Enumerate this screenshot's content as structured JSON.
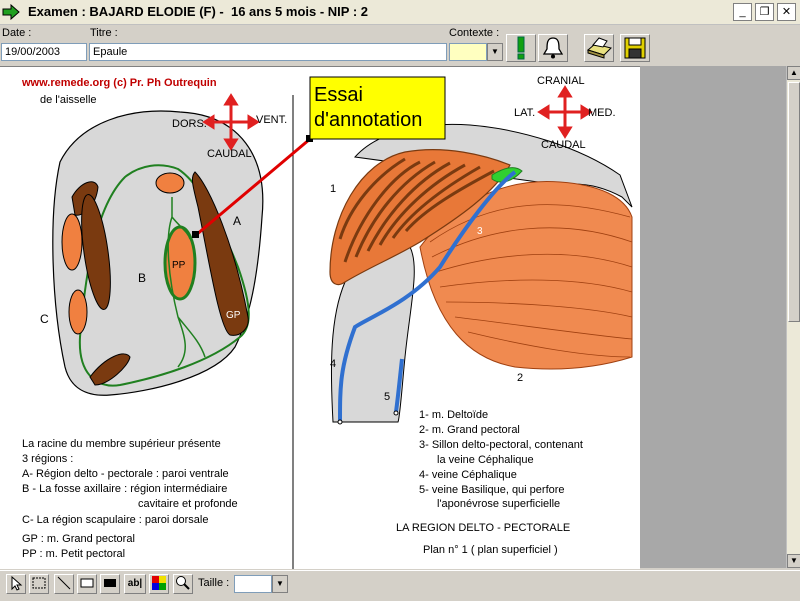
{
  "window": {
    "title": "Examen : BAJARD ELODIE (F) -  16 ans 5 mois - NIP : 2",
    "min_label": "_",
    "restore_label": "❐",
    "close_label": "✕"
  },
  "form": {
    "date_label": "Date :",
    "date_value": "19/00/2003",
    "titre_label": "Titre :",
    "titre_value": "Epaule",
    "contexte_label": "Contexte :",
    "contexte_value": ""
  },
  "diagram": {
    "copyright": "www.remede.org (c) Pr. Ph Outrequin",
    "cut_top_text": "de l'aisselle",
    "annotation_box": "Essai d'annotation",
    "annotation_line1": "Essai",
    "annotation_line2": "d'annotation",
    "left_compass": {
      "left": "DORS.",
      "right": "VENT.",
      "bottom": "CAUDAL"
    },
    "right_compass": {
      "top": "CRANIAL",
      "left": "LAT.",
      "right": "MED.",
      "bottom": "CAUDAL"
    },
    "left_labels": {
      "a": "A",
      "b": "B",
      "c": "C",
      "pp": "PP",
      "gp": "GP"
    },
    "right_numbers": [
      "1",
      "2",
      "3",
      "4",
      "5"
    ],
    "left_text": [
      "La racine du membre  supérieur  présente",
      "3 régions :",
      "A- Région delto - pectorale : paroi ventrale",
      "B - La fosse axillaire : région intermédiaire",
      "cavitaire et profonde",
      "C- La région scapulaire : paroi dorsale",
      "GP : m. Grand pectoral",
      "PP : m. Petit pectoral"
    ],
    "legend": [
      "1- m. Deltoïde",
      "2- m. Grand pectoral",
      "3- Sillon delto-pectoral, contenant",
      "la veine Céphalique",
      "4- veine Céphalique",
      "5- veine Basilique, qui perfore",
      "l'aponévrose superficielle"
    ],
    "region_title": "LA REGION DELTO - PECTORALE",
    "plan_title": "Plan n° 1 ( plan superficiel )"
  },
  "bottombar": {
    "text_tool": "ab|",
    "size_label": "Taille :",
    "size_value": ""
  },
  "colors": {
    "muscle": "#f08040",
    "muscle_dark": "#7a3a10",
    "vein": "#3070d0",
    "nerve_green": "#208020",
    "annotation_bg": "#ffff00",
    "copyright_red": "#c00000"
  }
}
